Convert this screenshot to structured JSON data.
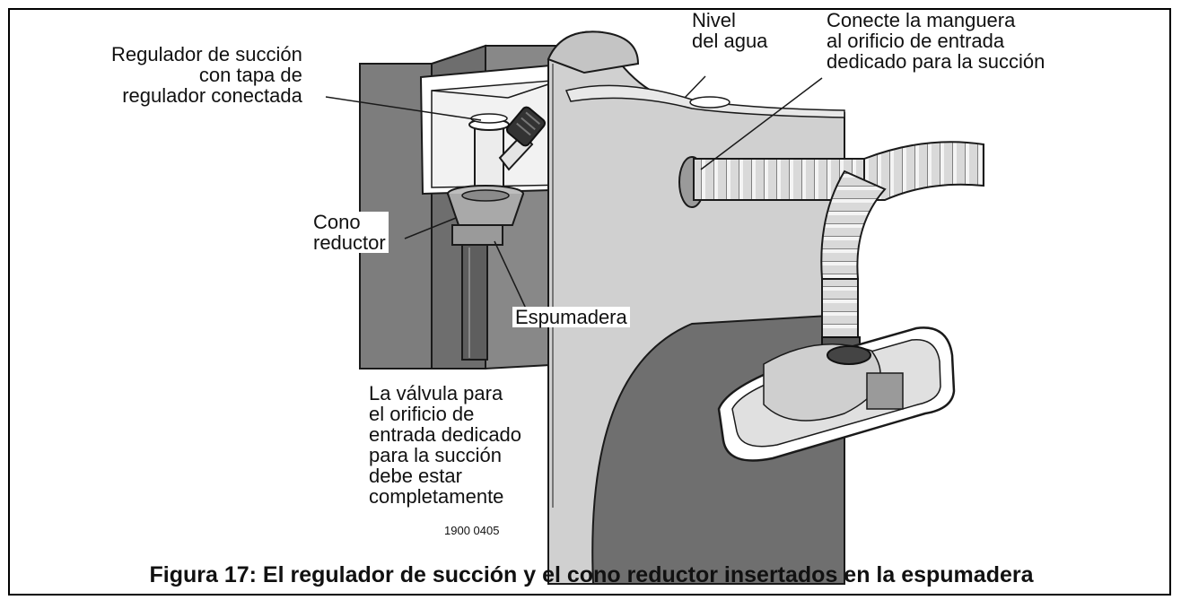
{
  "labels": {
    "succion_regulator": "Regulador de succión\ncon tapa de\nregulador conectada",
    "water_level": "Nivel\ndel agua",
    "connect_hose": "Conecte la manguera\nal orificio de entrada\ndedicado para la succión",
    "reducer_cone": "Cono\nreductor",
    "skimmer": "Espumadera",
    "valve_note": "La válvula para\nel orificio de\nentrada dedicado\npara la succión\ndebe estar\ncompletamente",
    "figure_code": "1900 0405"
  },
  "caption": "Figura 17:  El regulador de succión y el cono reductor insertados en la espumadera",
  "colors": {
    "wall_dark": "#7d7d7d",
    "wall_light": "#d0d0d0",
    "pool_floor": "#6f6f6f",
    "outline": "#1a1a1a"
  }
}
